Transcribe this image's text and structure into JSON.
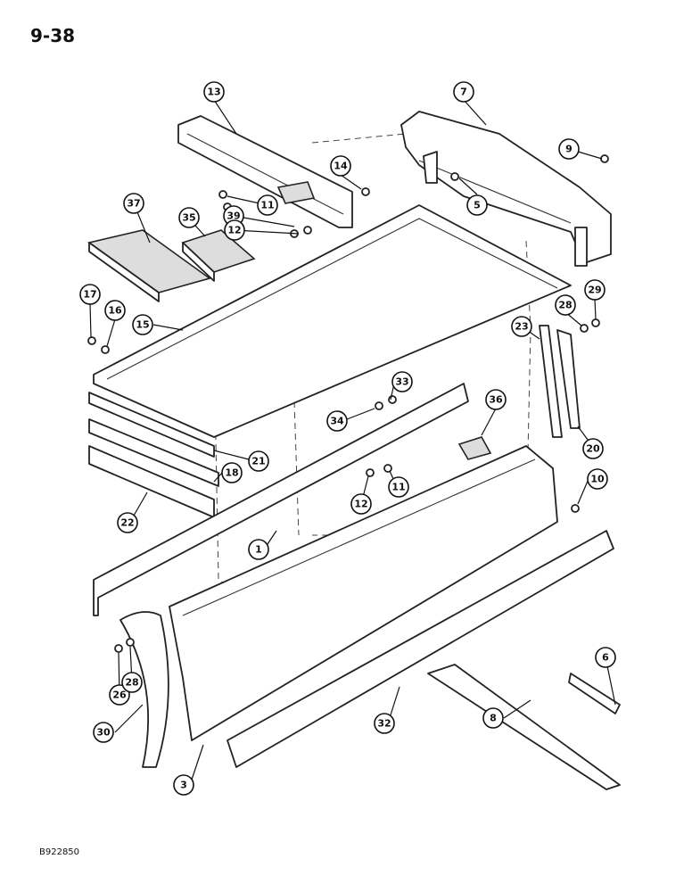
{
  "header": {
    "page_number": "9-38"
  },
  "footer": {
    "figure_code": "B922850"
  },
  "callouts": [
    "13",
    "7",
    "9",
    "14",
    "11",
    "39",
    "12",
    "5",
    "37",
    "35",
    "17",
    "16",
    "15",
    "29",
    "28",
    "23",
    "33",
    "34",
    "36",
    "21",
    "18",
    "20",
    "22",
    "11",
    "12",
    "10",
    "1",
    "6",
    "26",
    "28",
    "30",
    "32",
    "8",
    "3"
  ]
}
